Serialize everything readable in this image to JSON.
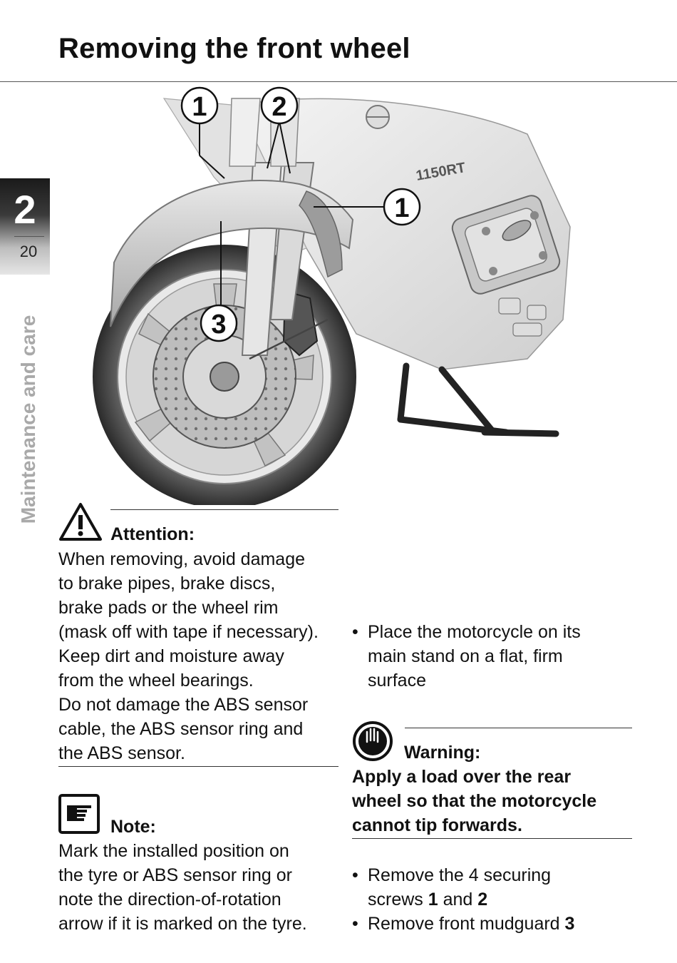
{
  "page": {
    "title": "Removing the front wheel",
    "chapter_number": "2",
    "page_number": "20",
    "side_label": "Maintenance and care"
  },
  "figure": {
    "callouts": [
      "1",
      "2",
      "1",
      "3"
    ],
    "fender_logo": "1150RT"
  },
  "attention": {
    "icon": "warning-triangle-icon",
    "heading": "Attention:",
    "lines": [
      "When removing, avoid damage",
      "to brake pipes, brake discs,",
      "brake pads or the wheel rim",
      "(mask off with tape if necessary).",
      "Keep dirt and moisture away",
      "from the wheel bearings.",
      "Do not damage the ABS sensor",
      "cable, the ABS sensor ring and",
      "the ABS sensor."
    ]
  },
  "note": {
    "icon": "note-hand-icon",
    "heading": "Note:",
    "lines": [
      "Mark the installed position on",
      "the tyre or ABS sensor ring or",
      "note the direction-of-rotation",
      "arrow if it is marked on the tyre."
    ]
  },
  "step1": {
    "lines": [
      "Place the motorcycle on its",
      "main stand on a flat, firm",
      "surface"
    ]
  },
  "warning": {
    "icon": "stop-hand-icon",
    "heading": "Warning:",
    "lines": [
      "Apply a load over the rear",
      "wheel so that the motorcycle",
      "cannot tip forwards."
    ]
  },
  "steps2": {
    "item1": {
      "line1": "Remove the 4 securing",
      "line2_pre": "screws ",
      "ref_a": "1",
      "mid": " and ",
      "ref_b": "2"
    },
    "item2": {
      "pre": "Remove front mudguard ",
      "ref": "3"
    }
  }
}
